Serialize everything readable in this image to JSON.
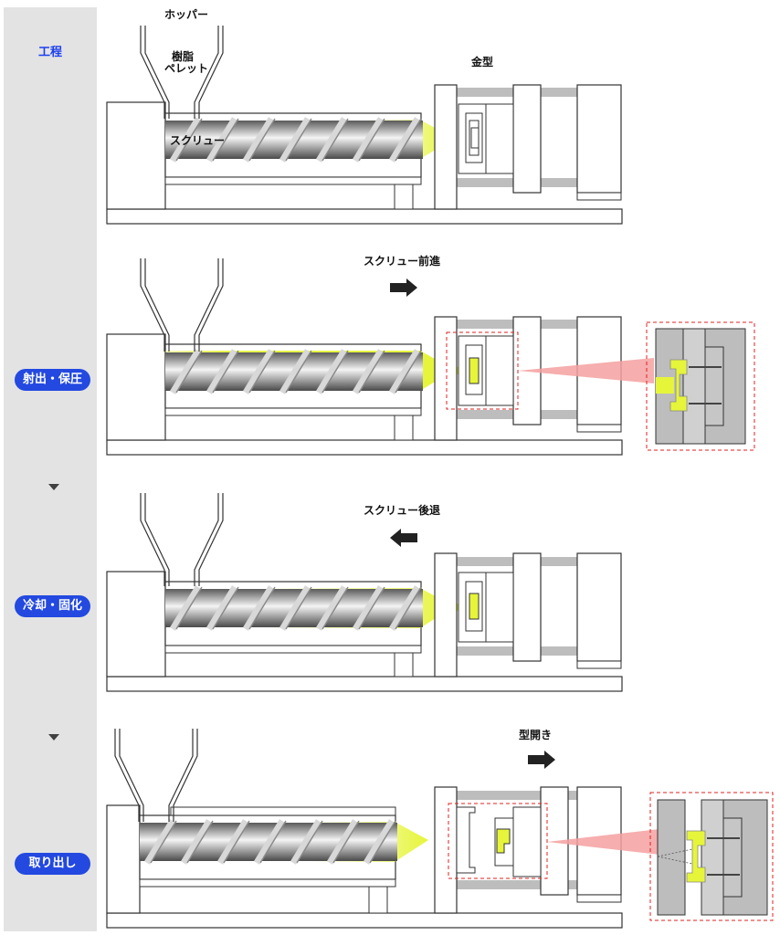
{
  "sidebar": {
    "title": "工程",
    "steps": [
      "射出・保圧",
      "冷却・固化",
      "取り出し"
    ]
  },
  "labels": {
    "hopper": "ホッパー",
    "resin_line1": "樹脂",
    "resin_line2": "ペレット",
    "screw": "スクリュー",
    "mold": "金型",
    "screw_forward": "スクリュー前進",
    "screw_back": "スクリュー後退",
    "mold_open": "型開き"
  },
  "colors": {
    "sidebar_bg": "#e3e3e3",
    "pill_blue": "#2349e0",
    "highlight_yellow": "#e6f53a",
    "detail_dash": "#e02020",
    "zoom_pink": "#f5a0a0",
    "detail_gray": "#bdbdbd"
  },
  "icons": {
    "step_arrow": "triangle-down-icon",
    "motion_arrow": "arrow-right-icon",
    "motion_arrow_back": "arrow-left-icon"
  }
}
